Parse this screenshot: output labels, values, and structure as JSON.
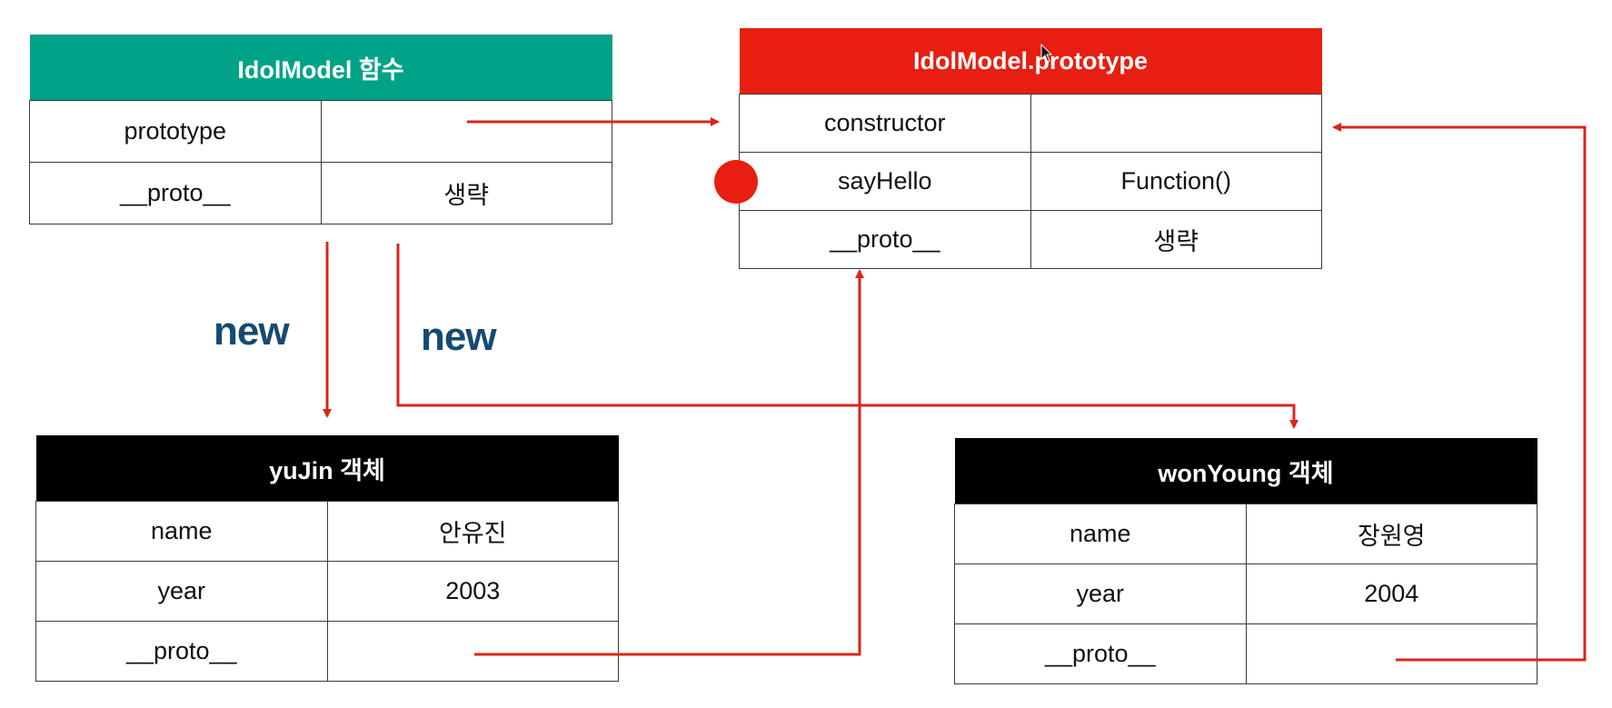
{
  "idol_model": {
    "title": "IdolModel 함수",
    "rows": [
      {
        "key": "prototype",
        "value": ""
      },
      {
        "key": "__proto__",
        "value": "생략"
      }
    ]
  },
  "idol_prototype": {
    "title": "IdolModel.prototype",
    "rows": [
      {
        "key": "constructor",
        "value": ""
      },
      {
        "key": "sayHello",
        "value": "Function()"
      },
      {
        "key": "__proto__",
        "value": "생략"
      }
    ]
  },
  "yujin": {
    "title": "yuJin 객체",
    "rows": [
      {
        "key": "name",
        "value": "안유진"
      },
      {
        "key": "year",
        "value": "2003"
      },
      {
        "key": "__proto__",
        "value": ""
      }
    ]
  },
  "wonyoung": {
    "title": "wonYoung 객체",
    "rows": [
      {
        "key": "name",
        "value": "장원영"
      },
      {
        "key": "year",
        "value": "2004"
      },
      {
        "key": "__proto__",
        "value": ""
      }
    ]
  },
  "labels": {
    "new_1": "new",
    "new_2": "new"
  },
  "colors": {
    "function_header": "#00a386",
    "prototype_header": "#e81e10",
    "object_header": "#000000",
    "arrow": "#d9261c",
    "new_text": "#164a73"
  }
}
